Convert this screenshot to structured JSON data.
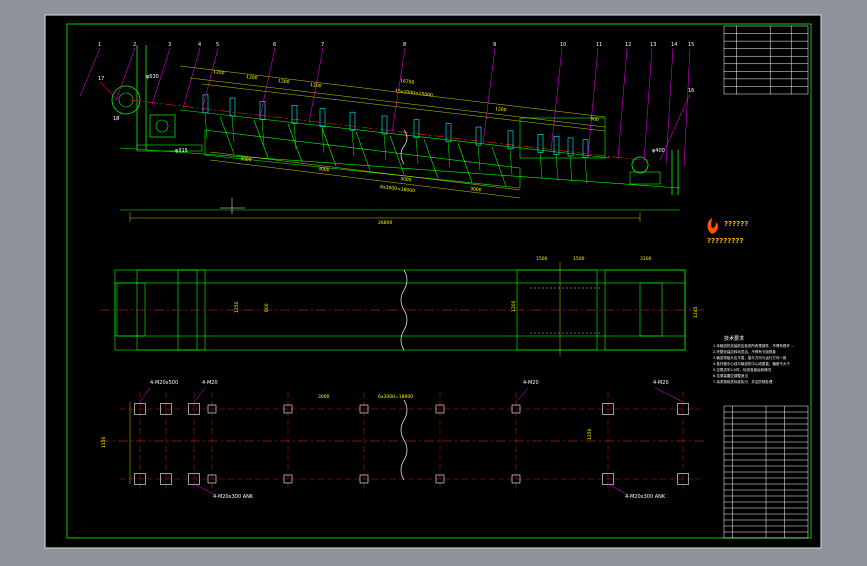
{
  "drawing": {
    "title_label": "??????",
    "watermark_label": "?????????",
    "colors": {
      "background_outer": "#8e939b",
      "canvas": "#000000",
      "frame": "#00ff00",
      "structure": "#00ff00",
      "centerline": "#ff2020",
      "dimension": "#ffff00",
      "leader": "#ff00ff",
      "text": "#ffffff",
      "idler": "#00ffff"
    },
    "elevation": {
      "callout_numbers": [
        "1",
        "2",
        "3",
        "4",
        "5",
        "6",
        "7",
        "8",
        "9",
        "10",
        "11",
        "12",
        "13",
        "14",
        "15",
        "16",
        "17",
        "18"
      ],
      "dims": {
        "total_length": "26800",
        "top_span": "16750",
        "top_formula": "15x1000=15000",
        "spacing_a": "1200",
        "spacing_b": "1200",
        "spacing_c": "1200",
        "spacing_d": "1200",
        "spacing_e": "1200",
        "tail_spacing": "500",
        "bottom_a": "3000",
        "bottom_b": "3000",
        "bottom_c": "3000",
        "bottom_d": "3000",
        "bottom_formula": "6x3000=18000",
        "drum_head": "φ630",
        "drum_tail": "φ400",
        "motor_label": "φ315"
      }
    },
    "plan": {
      "dims": {
        "top_a": "1500",
        "top_b": "1500",
        "top_c": "3100",
        "width_a": "1250",
        "width_b": "800",
        "width_c": "1200",
        "width_d": "1245"
      }
    },
    "foundation": {
      "dims": {
        "span_a": "3000",
        "span_formula": "6x3000=18000",
        "width_left": "1150",
        "width_right": "1250"
      },
      "callout_labels": [
        "4-M20x500",
        "4-M20",
        "4-M20",
        "4-M20",
        "4-M20x300 ANK",
        "4-M20x300 ANK"
      ]
    },
    "notes": {
      "heading": "技术要求",
      "lines": [
        "1.本输送机安装前应检查所有零部件，不得有损坏 ...",
        "2.托辊安装应转动灵活，不得有卡阻现象",
        "3.输送带接头应平直，接头方向与运行方向一致",
        "4.各托辊中心线与输送机中心线垂直，偏差不大于",
        "5.空载试车2小时，检查各部运转情况",
        "6.拉紧装置应调整适当",
        "7.涂漆按相关标准执行，并应防锈处理"
      ]
    },
    "title_block_top_rows": 9,
    "title_block_bottom_rows": 22
  }
}
